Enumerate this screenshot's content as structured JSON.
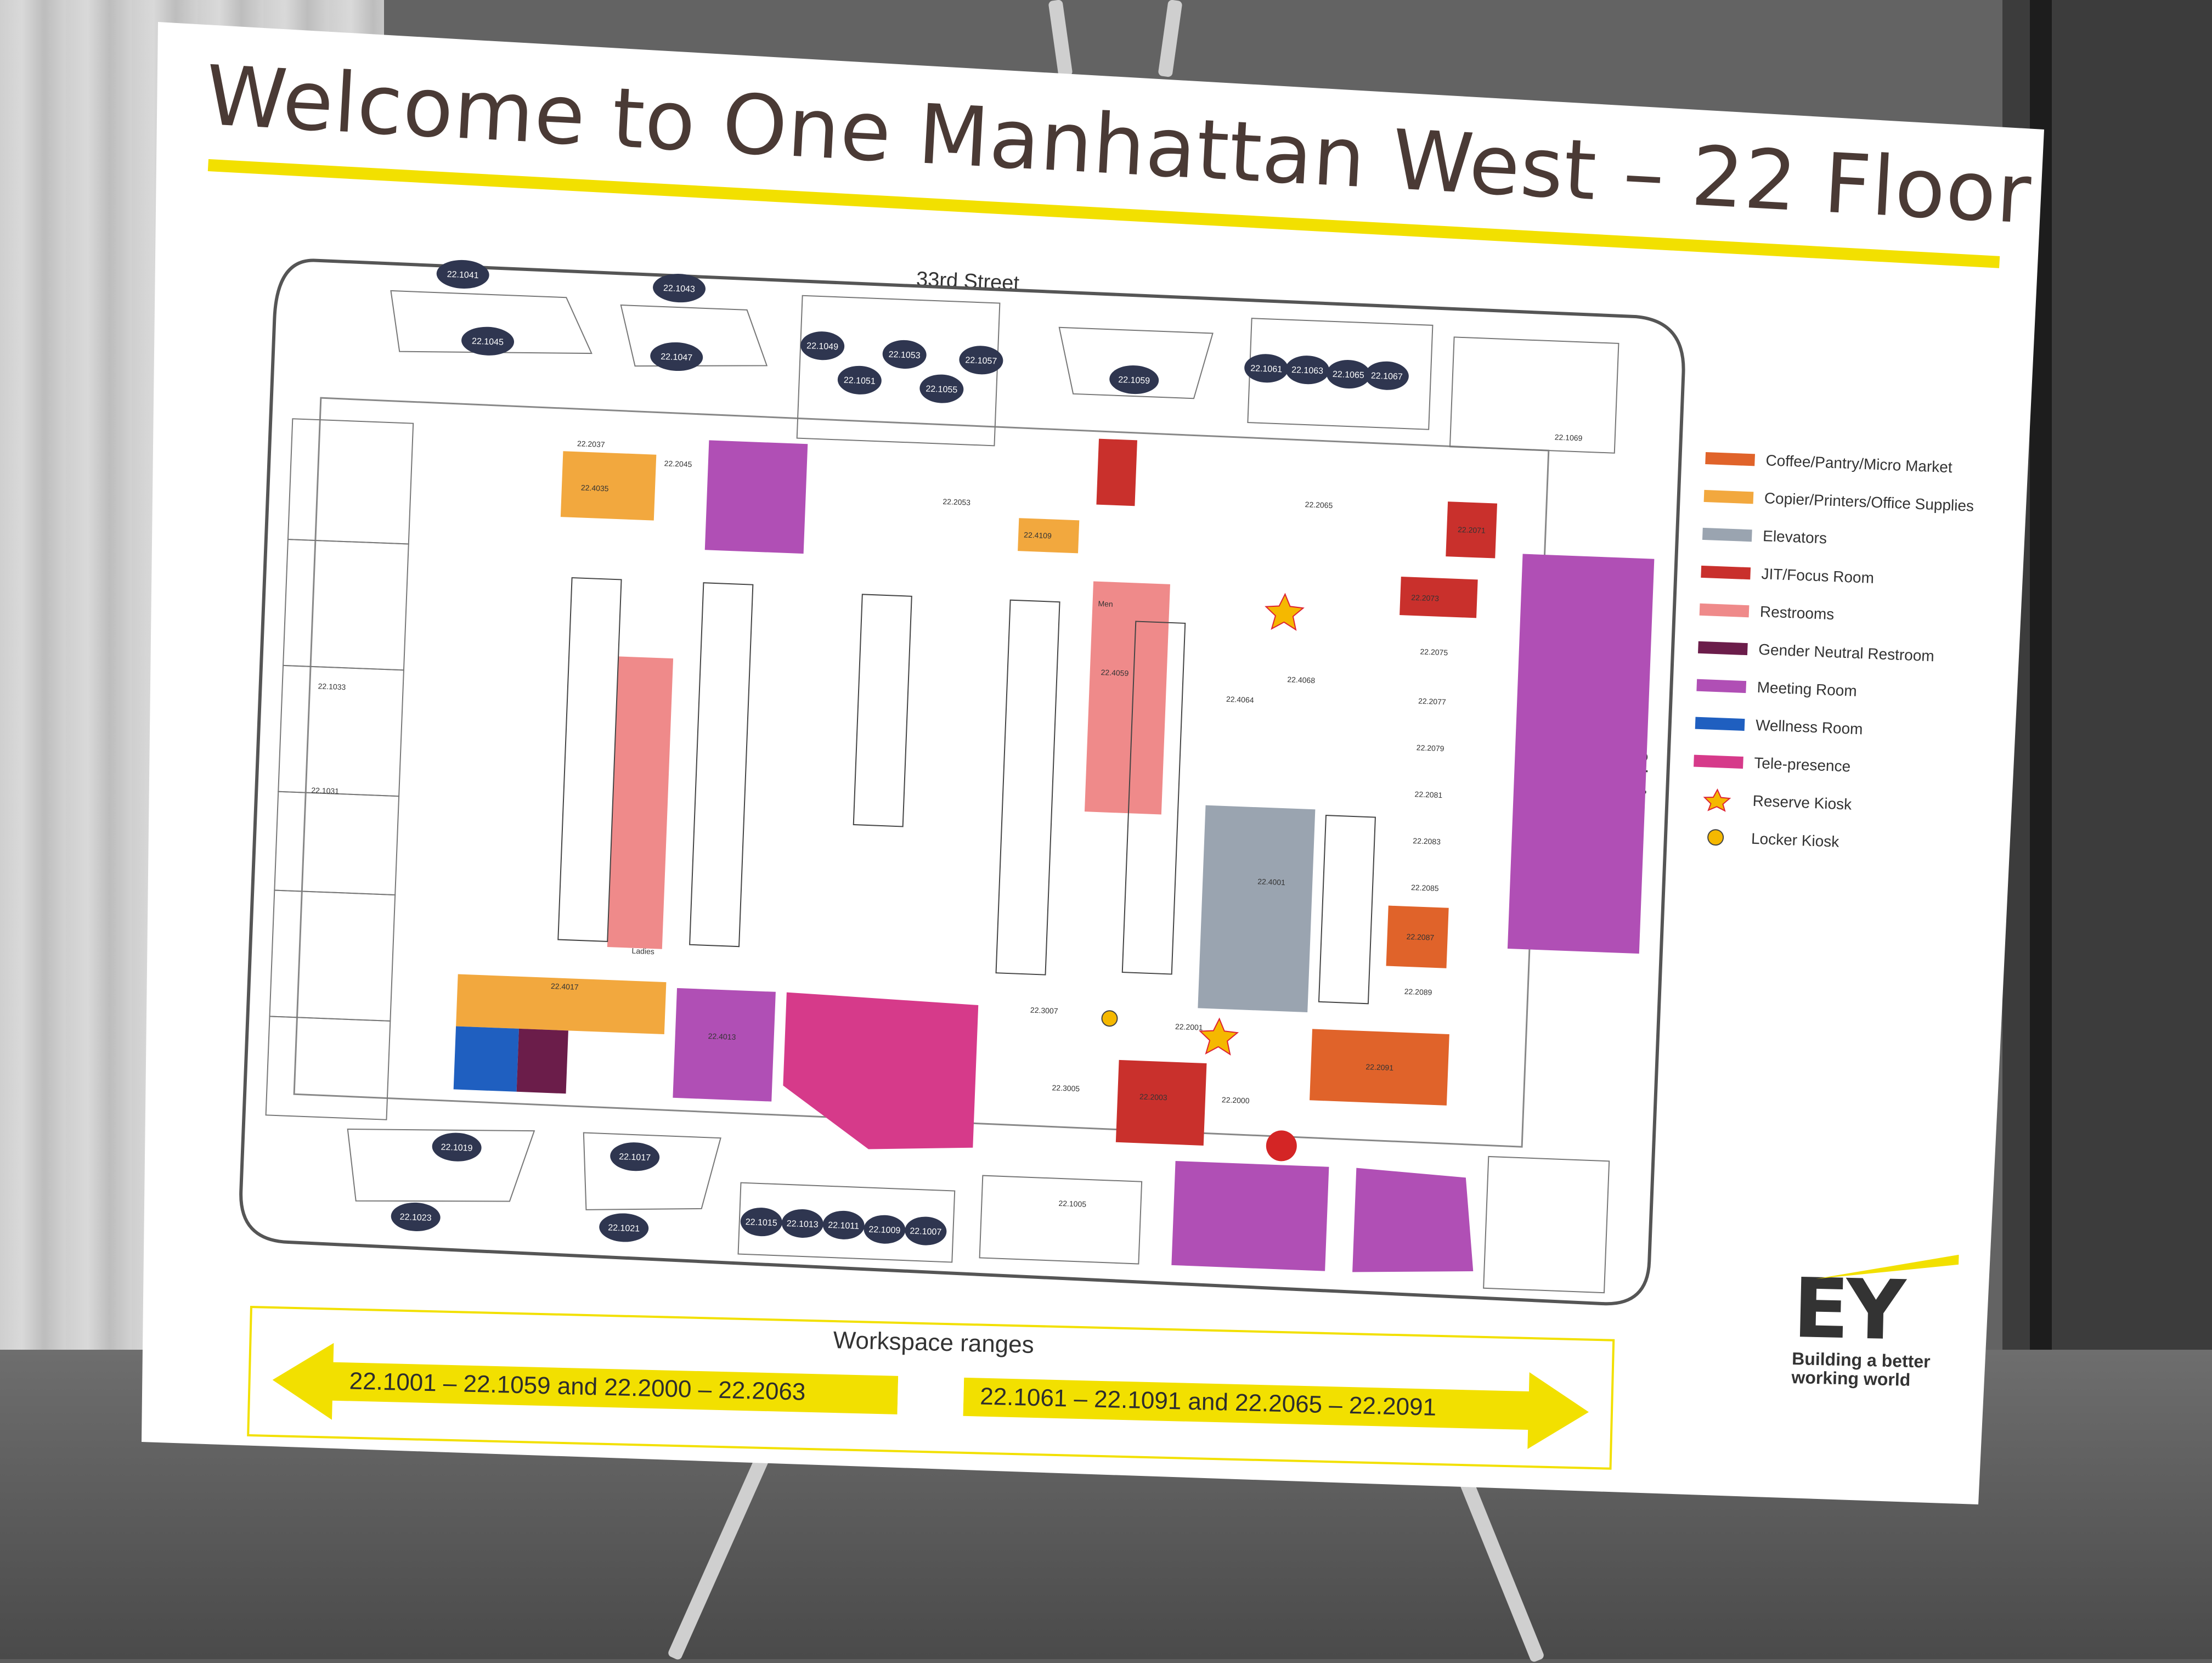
{
  "title": "Welcome to One Manhattan West – 22 Floor",
  "streets": {
    "north": "33rd Street",
    "east": "9th Avenue"
  },
  "legend": [
    {
      "label": "Coffee/Pantry/Micro Market",
      "color": "#e0632a"
    },
    {
      "label": "Copier/Printers/Office Supplies",
      "color": "#f2a83e"
    },
    {
      "label": "Elevators",
      "color": "#9aa4b0"
    },
    {
      "label": "JIT/Focus Room",
      "color": "#c9302c"
    },
    {
      "label": "Restrooms",
      "color": "#ef8a8a"
    },
    {
      "label": "Gender Neutral Restroom",
      "color": "#6b1d4a"
    },
    {
      "label": "Meeting Room",
      "color": "#b04fb5"
    },
    {
      "label": "Wellness Room",
      "color": "#1f5fc0"
    },
    {
      "label": "Tele-presence",
      "color": "#d63a8a"
    },
    {
      "label": "Reserve Kiosk",
      "color": "#f5b800",
      "icon": "star-icon"
    },
    {
      "label": "Locker Kiosk",
      "color": "#f5b800",
      "icon": "circle-icon"
    }
  ],
  "workspace": {
    "title": "Workspace ranges",
    "left_range": "22.1001 – 22.1059  and  22.2000 – 22.2063",
    "right_range": "22.1061 – 22.1091  and  22.2065 – 22.2091",
    "arrow_color": "#f2e000"
  },
  "brand": {
    "logo": "EY",
    "tagline_1": "Building a better",
    "tagline_2": "working world",
    "accent": "#f2e000"
  },
  "map_labels": {
    "neighborhoods": [
      "22.1041",
      "22.1043",
      "22.1045",
      "22.1047",
      "22.1049",
      "22.1051",
      "22.1053",
      "22.1055",
      "22.1057",
      "22.1059",
      "22.1061",
      "22.1063",
      "22.1065",
      "22.1067",
      "22.1019",
      "22.1017",
      "22.1023",
      "22.1021",
      "22.1015",
      "22.1013",
      "22.1011",
      "22.1009",
      "22.1007"
    ],
    "rooms": {
      "r2037": "22.2037",
      "r4035": "22.4035",
      "r2045": "22.2045",
      "r2053": "22.2053",
      "r4109": "22.4109",
      "r4064": "22.4064",
      "r4068": "22.4068",
      "r4001": "22.4001",
      "r4059": "22.4059",
      "r2075": "22.2075",
      "r2077": "22.2077",
      "r2079": "22.2079",
      "r2081": "22.2081",
      "r2083": "22.2083",
      "r2085": "22.2085",
      "r2087": "22.2087",
      "r2089": "22.2089",
      "r2091": "22.2091",
      "r1033": "22.1033",
      "r1031": "22.1031",
      "r4017": "22.4017",
      "r3007": "22.3007",
      "r1005": "22.1005",
      "r2001": "22.2001",
      "r2003": "22.2003",
      "r2000": "22.2000",
      "r3005": "22.3005",
      "r4013": "22.4013",
      "r1069": "22.1069",
      "men": "Men",
      "ladies": "Ladies",
      "r2065": "22.2065",
      "r2071": "22.2071",
      "r2073": "22.2073"
    }
  }
}
